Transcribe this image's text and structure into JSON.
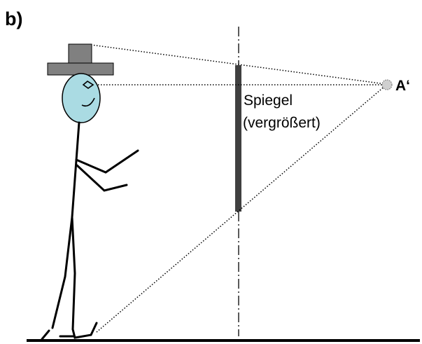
{
  "panel_label": "b)",
  "mirror_label_line1": "Spiegel",
  "mirror_label_line2": "(vergrößert)",
  "image_point_label": "A‘",
  "colors": {
    "face": "#aadbe3",
    "hat": "#808080",
    "mirror": "#404040",
    "image_point": "#d0d0d0",
    "lines": "#000000"
  }
}
